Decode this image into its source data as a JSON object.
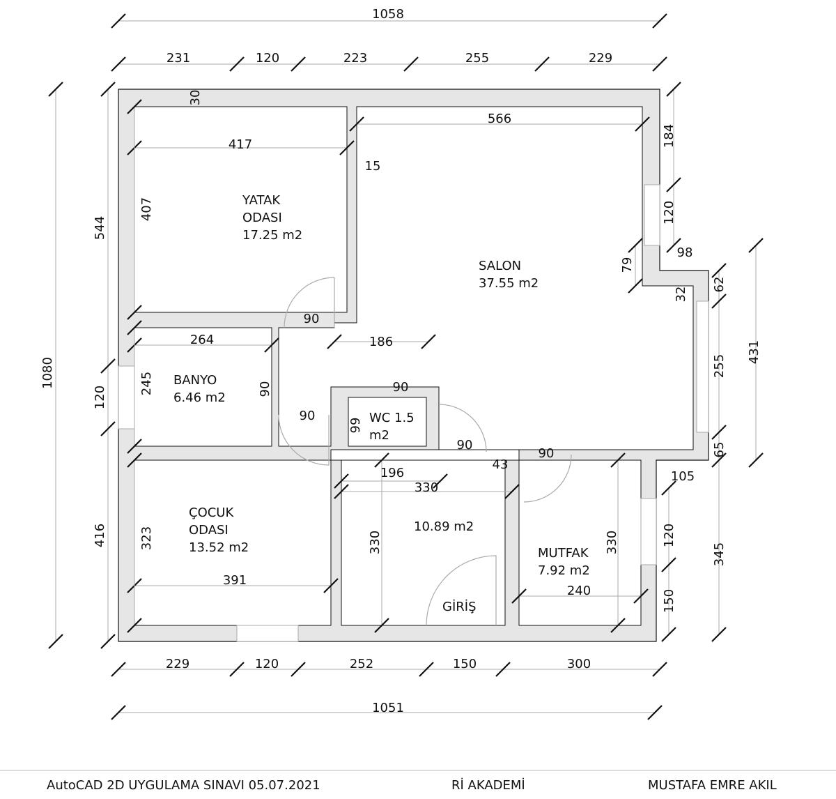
{
  "colors": {
    "wall": "#e6e6e6",
    "line": "#111111",
    "thin": "#aaaaaa"
  },
  "dimensions": {
    "overall_top": "1058",
    "top_1": "231",
    "top_2": "120",
    "top_3": "223",
    "top_4": "255",
    "top_5": "229",
    "wall_30": "30",
    "salon_width": "566",
    "yatak_width": "417",
    "gap_15": "15",
    "yatak_height": "407",
    "left_544": "544",
    "overall_left": "1080",
    "right_184": "184",
    "right_120a": "120",
    "right_98": "98",
    "right_79": "79",
    "right_62": "62",
    "right_32": "32",
    "right_255": "255",
    "right_431": "431",
    "right_65": "65",
    "right_105": "105",
    "right_120b": "120",
    "right_345": "345",
    "right_150": "150",
    "door_yatak": "90",
    "partition_186": "186",
    "banyo_width": "264",
    "banyo_height": "245",
    "banyo_door_v": "90",
    "left_120": "120",
    "banyo_door": "90",
    "wc_top": "90",
    "wc_99": "99",
    "wc_door": "90",
    "dim_43": "43",
    "mutfak_door": "90",
    "dim_196": "196",
    "hall_width": "330",
    "hall_height": "330",
    "cocuk_height": "323",
    "left_416": "416",
    "cocuk_width": "391",
    "mutfak_height": "330",
    "mutfak_width": "240",
    "bottom_1": "229",
    "bottom_2": "120",
    "bottom_3": "252",
    "bottom_4": "150",
    "bottom_5": "300",
    "overall_bottom": "1051"
  },
  "rooms": {
    "yatak": [
      "YATAK",
      "ODASI",
      "17.25 m2"
    ],
    "salon": [
      "SALON",
      "37.55 m2"
    ],
    "banyo": [
      "BANYO",
      "6.46 m2"
    ],
    "wc": [
      "WC 1.5",
      "m2"
    ],
    "hall": [
      "10.89 m2"
    ],
    "cocuk": [
      "ÇOCUK",
      "ODASI",
      "13.52 m2"
    ],
    "mutfak": [
      "MUTFAK",
      "7.92 m2"
    ],
    "giris": [
      "GİRİŞ"
    ]
  },
  "footer": {
    "title": "AutoCAD 2D UYGULAMA SINAVI 05.07.2021",
    "school": "Rİ AKADEMİ",
    "author": "MUSTAFA EMRE AKIL"
  }
}
